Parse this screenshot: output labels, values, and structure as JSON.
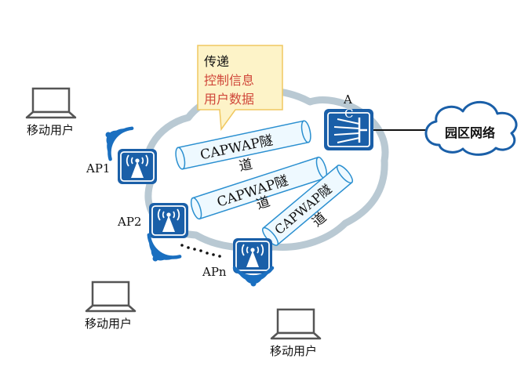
{
  "callout": {
    "line1": "传递",
    "line2": "控制信息",
    "line3": "用户数据"
  },
  "ac": {
    "label_a": "A",
    "label_c": "C"
  },
  "cloud_label": "园区网络",
  "aps": [
    {
      "label": "AP1"
    },
    {
      "label": "AP2"
    },
    {
      "label": "APn"
    }
  ],
  "users": [
    {
      "label": "移动用户"
    },
    {
      "label": "移动用户"
    },
    {
      "label": "移动用户"
    }
  ],
  "tunnels": [
    {
      "line1": "CAPWAP隧",
      "line2": "道"
    },
    {
      "line1": "CAPWAP隧",
      "line2": "道"
    },
    {
      "line1": "CAPWAP隧",
      "line2": "道"
    }
  ],
  "colors": {
    "ap_blue": "#1a5fa8",
    "wifi_blue": "#1a6fc0",
    "ring": "#b9c9d3",
    "tunnel_fill": "#eef9ff",
    "tunnel_stroke": "#2a8fd0",
    "callout_fill": "#fdf3c8",
    "callout_stroke": "#f0c860",
    "callout_red": "#d0473a"
  }
}
